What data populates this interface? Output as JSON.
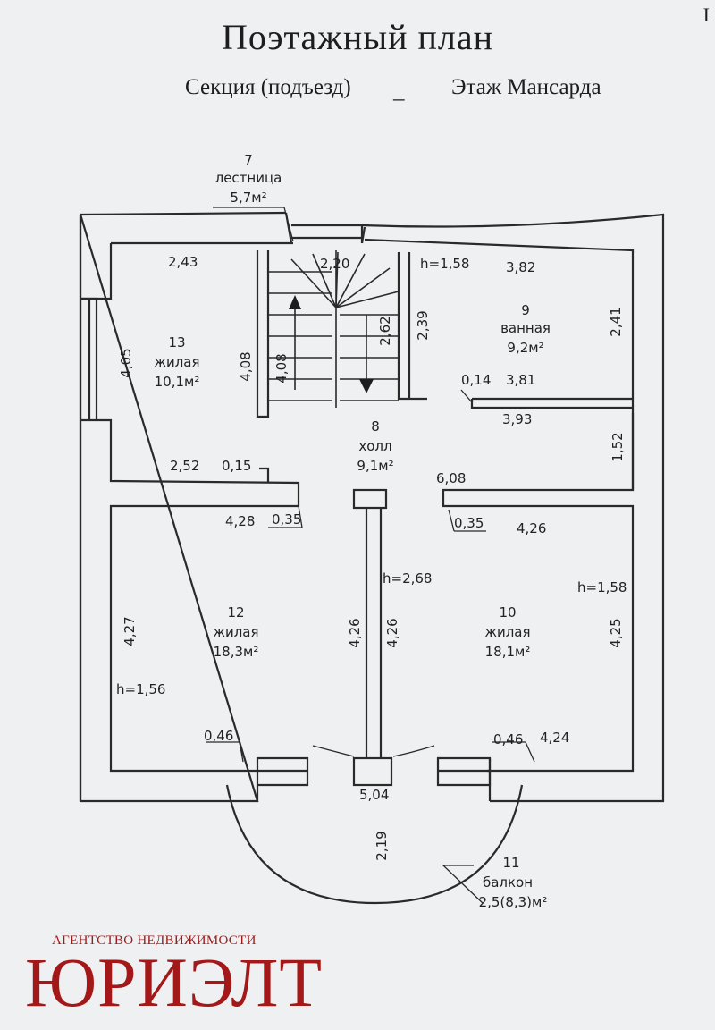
{
  "header": {
    "title": "Поэтажный план",
    "corner_mark": "I",
    "section_label": "Секция (подъезд)",
    "section_blank": "_",
    "floor_label": "Этаж Мансарда"
  },
  "rooms": {
    "stairs": {
      "number": "7",
      "name": "лестница",
      "area": "5,7м²"
    },
    "hall": {
      "number": "8",
      "name": "холл",
      "area": "9,1м²"
    },
    "bathroom": {
      "number": "9",
      "name": "ванная",
      "area": "9,2м²"
    },
    "living_10": {
      "number": "10",
      "name": "жилая",
      "area": "18,1м²"
    },
    "balcony": {
      "number": "11",
      "name": "балкон",
      "area": "2,5(8,3)м²"
    },
    "living_12": {
      "number": "12",
      "name": "жилая",
      "area": "18,3м²"
    },
    "living_13": {
      "number": "13",
      "name": "жилая",
      "area": "10,1м²"
    }
  },
  "dimensions": {
    "d_2_43": "2,43",
    "d_2_20": "2,20",
    "d_h_1_58_top": "h=1,58",
    "d_3_82": "3,82",
    "d_4_05": "4,05",
    "d_4_08_a": "4,08",
    "d_4_08_b": "4,08",
    "d_2_62": "2,62",
    "d_2_39": "2,39",
    "d_2_41": "2,41",
    "d_0_14": "0,14",
    "d_3_81": "3,81",
    "d_3_93": "3,93",
    "d_1_52": "1,52",
    "d_2_52": "2,52",
    "d_0_15": "0,15",
    "d_6_08": "6,08",
    "d_4_28": "4,28",
    "d_0_35_left": "0,35",
    "d_0_35_right": "0,35",
    "d_4_26_top": "4,26",
    "d_h_2_68": "h=2,68",
    "d_h_1_58_right": "h=1,58",
    "d_4_27": "4,27",
    "d_4_26_a": "4,26",
    "d_4_26_b": "4,26",
    "d_4_25": "4,25",
    "d_h_1_56": "h=1,56",
    "d_0_46_left": "0,46",
    "d_0_46_right": "0,46",
    "d_4_24": "4,24",
    "d_5_04": "5,04",
    "d_2_19": "2,19"
  },
  "agency": {
    "subtitle": "АГЕНТСТВО НЕДВИЖИМОСТИ",
    "name": "ЮРИЭЛТ",
    "color": "#a31818"
  }
}
